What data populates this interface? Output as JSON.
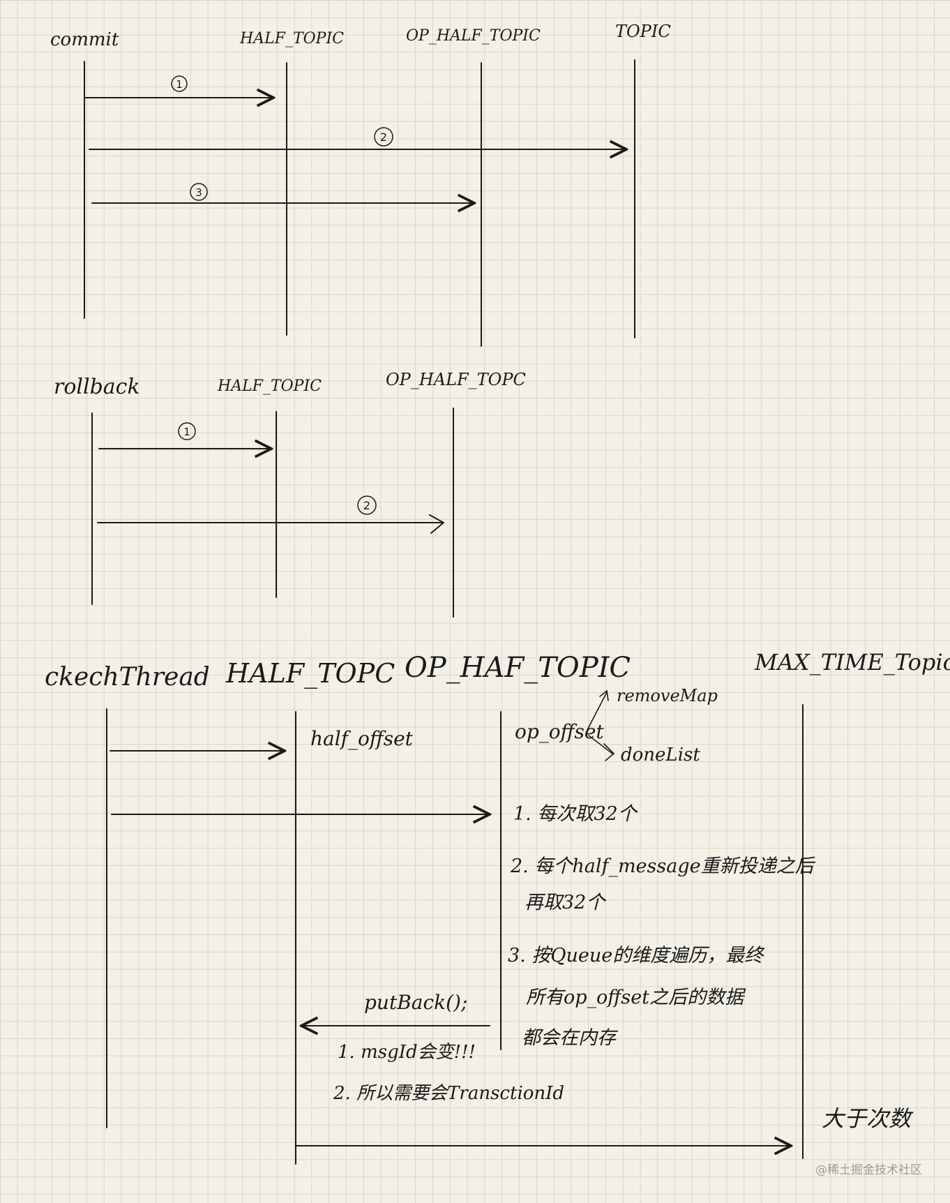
{
  "section_commit": {
    "actor": "commit",
    "lane_half": "HALF_TOPIC",
    "lane_op": "OP_HALF_TOPIC",
    "lane_topic": "TOPIC",
    "step1": "1",
    "step2": "2",
    "step3": "3"
  },
  "section_rollback": {
    "actor": "rollback",
    "lane_half": "HALF_TOPIC",
    "lane_op": "OP_HALF_TOPC",
    "step1": "1",
    "step2": "2"
  },
  "section_check": {
    "actor": "ckechThread",
    "lane_half": "HALF_TOPC",
    "lane_op": "OP_HAF_TOPIC",
    "lane_max": "MAX_TIME_Topic",
    "half_offset": "half_offset",
    "op_offset": "op_offset",
    "remove_map": "removeMap",
    "done_list": "doneList",
    "note1": "1. 每次取32个",
    "note2_line1": "2. 每个half_message重新投递之后",
    "note2_line2": "再取32个",
    "note3_line1": "3. 按Queue的维度遍历，最终",
    "note3_line2": "所有op_offset之后的数据",
    "note3_line3": "都会在内存",
    "put_back": "putBack();",
    "put_note1": "1. msgId会变!!!",
    "put_note2": "2. 所以需要会TransctionId",
    "exceed": "大于次数"
  },
  "watermark": "@稀土掘金技术社区"
}
